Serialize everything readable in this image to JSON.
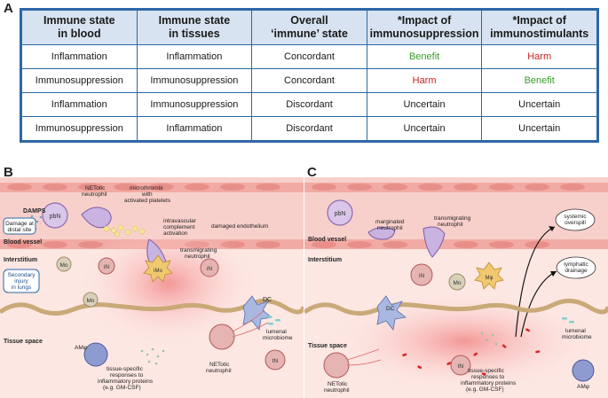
{
  "panel_letters": {
    "a": "A",
    "b": "B",
    "c": "C"
  },
  "table": {
    "headers": [
      [
        "Immune state",
        "in blood"
      ],
      [
        "Immune state",
        "in tissues"
      ],
      [
        "Overall",
        "‘immune’ state"
      ],
      [
        "*Impact of",
        "immunosuppression"
      ],
      [
        "*Impact of",
        "immunostimulants"
      ]
    ],
    "rows": [
      [
        "Inflammation",
        "Inflammation",
        "Concordant",
        "Benefit",
        "Harm"
      ],
      [
        "Immunosuppression",
        "Immunosuppression",
        "Concordant",
        "Harm",
        "Benefit"
      ],
      [
        "Inflammation",
        "Immunosuppression",
        "Discordant",
        "Uncertain",
        "Uncertain"
      ],
      [
        "Immunosuppression",
        "Inflammation",
        "Discordant",
        "Uncertain",
        "Uncertain"
      ]
    ],
    "colors": {
      "Benefit": "#3a9b2a",
      "Harm": "#cc2222",
      "Uncertain": "#1a1a1a"
    }
  },
  "panel_b": {
    "labels": {
      "damps": "DAMPS",
      "damage": [
        "Damage at",
        "distal site"
      ],
      "netotic_top": [
        "NETotic",
        "neutrophil"
      ],
      "microthrombi": [
        "microthrombi",
        "with",
        "activated platelets"
      ],
      "intravascular": [
        "intravascular",
        "complement",
        "activation"
      ],
      "damaged": "damaged endothelium",
      "transmigrating": [
        "transmigrating",
        "neutrophil"
      ],
      "blood_vessel": "Blood vessel",
      "interstitium": "Interstitium",
      "secondary": [
        "Secondary",
        "injury",
        "in lungs"
      ],
      "dc": "DC",
      "luminal": [
        "lumenal",
        "microbiome"
      ],
      "tissue_space": "Tissue space",
      "tissue_responses": [
        "tissue-specific",
        "responses to",
        "inflammatory proteins",
        "(e.g. GM-CSF)"
      ],
      "netotic_bottom": [
        "NETotic",
        "neutrophil"
      ]
    },
    "cells": {
      "pbn": "pbN",
      "in1": "iN",
      "mo1": "Mo",
      "imo": "iMo",
      "mo2": "Mo",
      "in2": "iN",
      "am": "AMφ",
      "tn": "tN"
    }
  },
  "panel_c": {
    "labels": {
      "marginated": [
        "marginated",
        "neutrophil"
      ],
      "transmigrating": [
        "transmigrating",
        "neutrophil"
      ],
      "systemic": [
        "systemic",
        "overspill"
      ],
      "blood_vessel": "Blood vessel",
      "interstitium": "Interstitium",
      "lymphatic": [
        "lymphatic",
        "drainage"
      ],
      "tissue_space": "Tissue space",
      "luminal": [
        "lumenal",
        "microbiome"
      ],
      "netotic": [
        "NETotic",
        "neutrophil"
      ],
      "tissue_responses": [
        "tissue-specific",
        "responses to",
        "inflammatory proteins",
        "(e.g. GM-CSF)"
      ]
    },
    "cells": {
      "pbn": "pbN",
      "in": "iN",
      "mo": "Mo",
      "mf": "Mφ",
      "dc": "DC",
      "tn": "tN",
      "am": "AMφ"
    }
  }
}
